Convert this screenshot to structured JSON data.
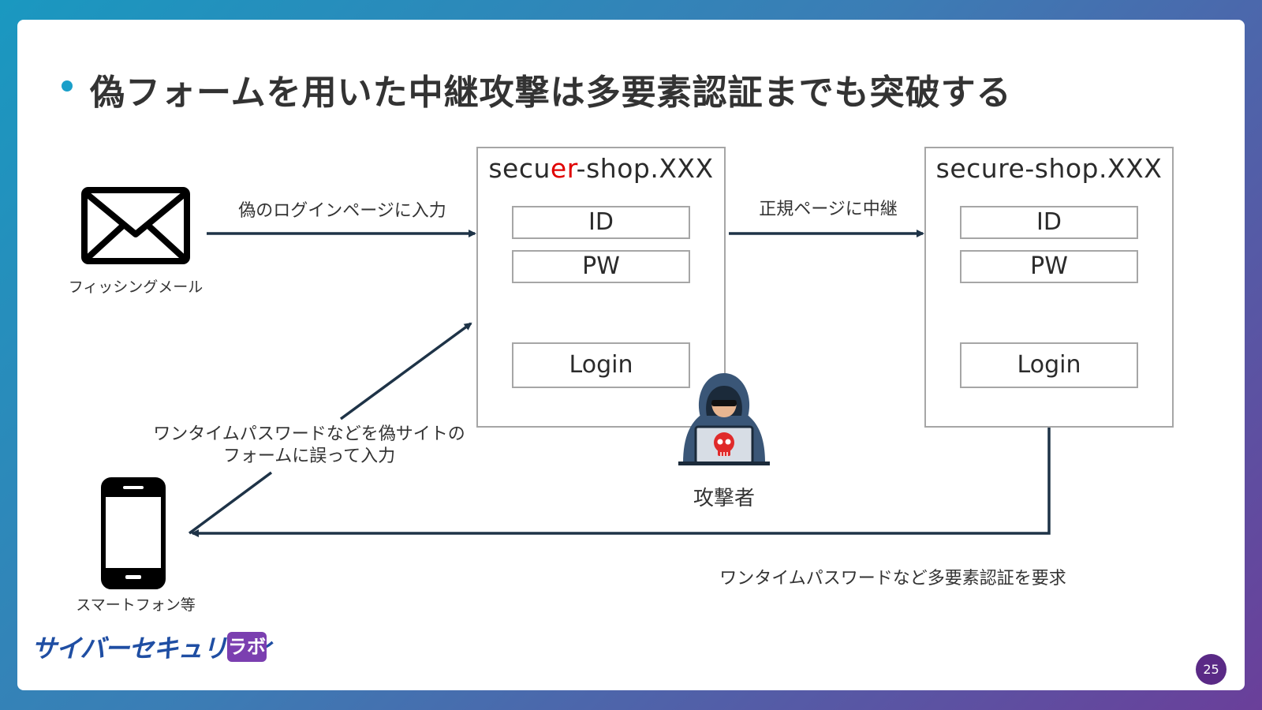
{
  "title": "偽フォームを用いた中継攻撃は多要素認証までも突破する",
  "fake_site": {
    "url_prefix": "secu",
    "url_highlight": "er",
    "url_suffix": "-shop.XXX",
    "id_label": "ID",
    "pw_label": "PW",
    "login_label": "Login"
  },
  "real_site": {
    "url": "secure-shop.XXX",
    "id_label": "ID",
    "pw_label": "PW",
    "login_label": "Login"
  },
  "labels": {
    "phishing_mail": "フィッシングメール",
    "input_fake_login": "偽のログインページに入力",
    "relay": "正規ページに中継",
    "otp_mistake_line1": "ワンタイムパスワードなどを偽サイトの",
    "otp_mistake_line2": "フォームに誤って入力",
    "attacker": "攻撃者",
    "smartphone": "スマートフォン等",
    "mfa_request": "ワンタイムパスワードなど多要素認証を要求"
  },
  "logo": {
    "text": "サイバーセキュリティ",
    "badge": "ラボ"
  },
  "page_number": "25",
  "colors": {
    "arrow": "#1e3347",
    "highlight": "#e00000",
    "bullet": "#1a9fc9",
    "page_badge": "#5a2a86"
  },
  "icons": [
    "envelope-icon",
    "smartphone-icon",
    "hacker-icon",
    "skull-icon"
  ]
}
